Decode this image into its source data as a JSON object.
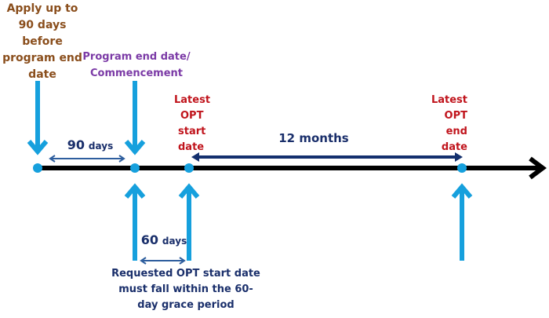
{
  "colors": {
    "timeline": "#000000",
    "marker": "#16a0dd",
    "span_arrow": "#2e5e9e",
    "months_arrow": "#14306e",
    "apply_text": "#8a4e1c",
    "program_end_text": "#7b3aa6",
    "opt_text": "#c0141c",
    "duration_text": "#1a2f6b"
  },
  "labels": {
    "apply": [
      "Apply up to",
      "90 days",
      "before",
      "program end",
      "date"
    ],
    "program_end": [
      "Program end date/",
      "Commencement"
    ],
    "latest_start": [
      "Latest",
      "OPT",
      "start",
      "date"
    ],
    "latest_end": [
      "Latest",
      "OPT",
      "end",
      "date"
    ],
    "months": "12 months",
    "days90_num": "90",
    "days90_unit": "days",
    "days60_num": "60",
    "days60_unit": "days",
    "grace": [
      "Requested OPT start date",
      "must fall within the 60-",
      "day grace period"
    ]
  },
  "markers": [
    "apply-date",
    "program-end-date",
    "latest-opt-start-date",
    "latest-opt-end-date"
  ]
}
